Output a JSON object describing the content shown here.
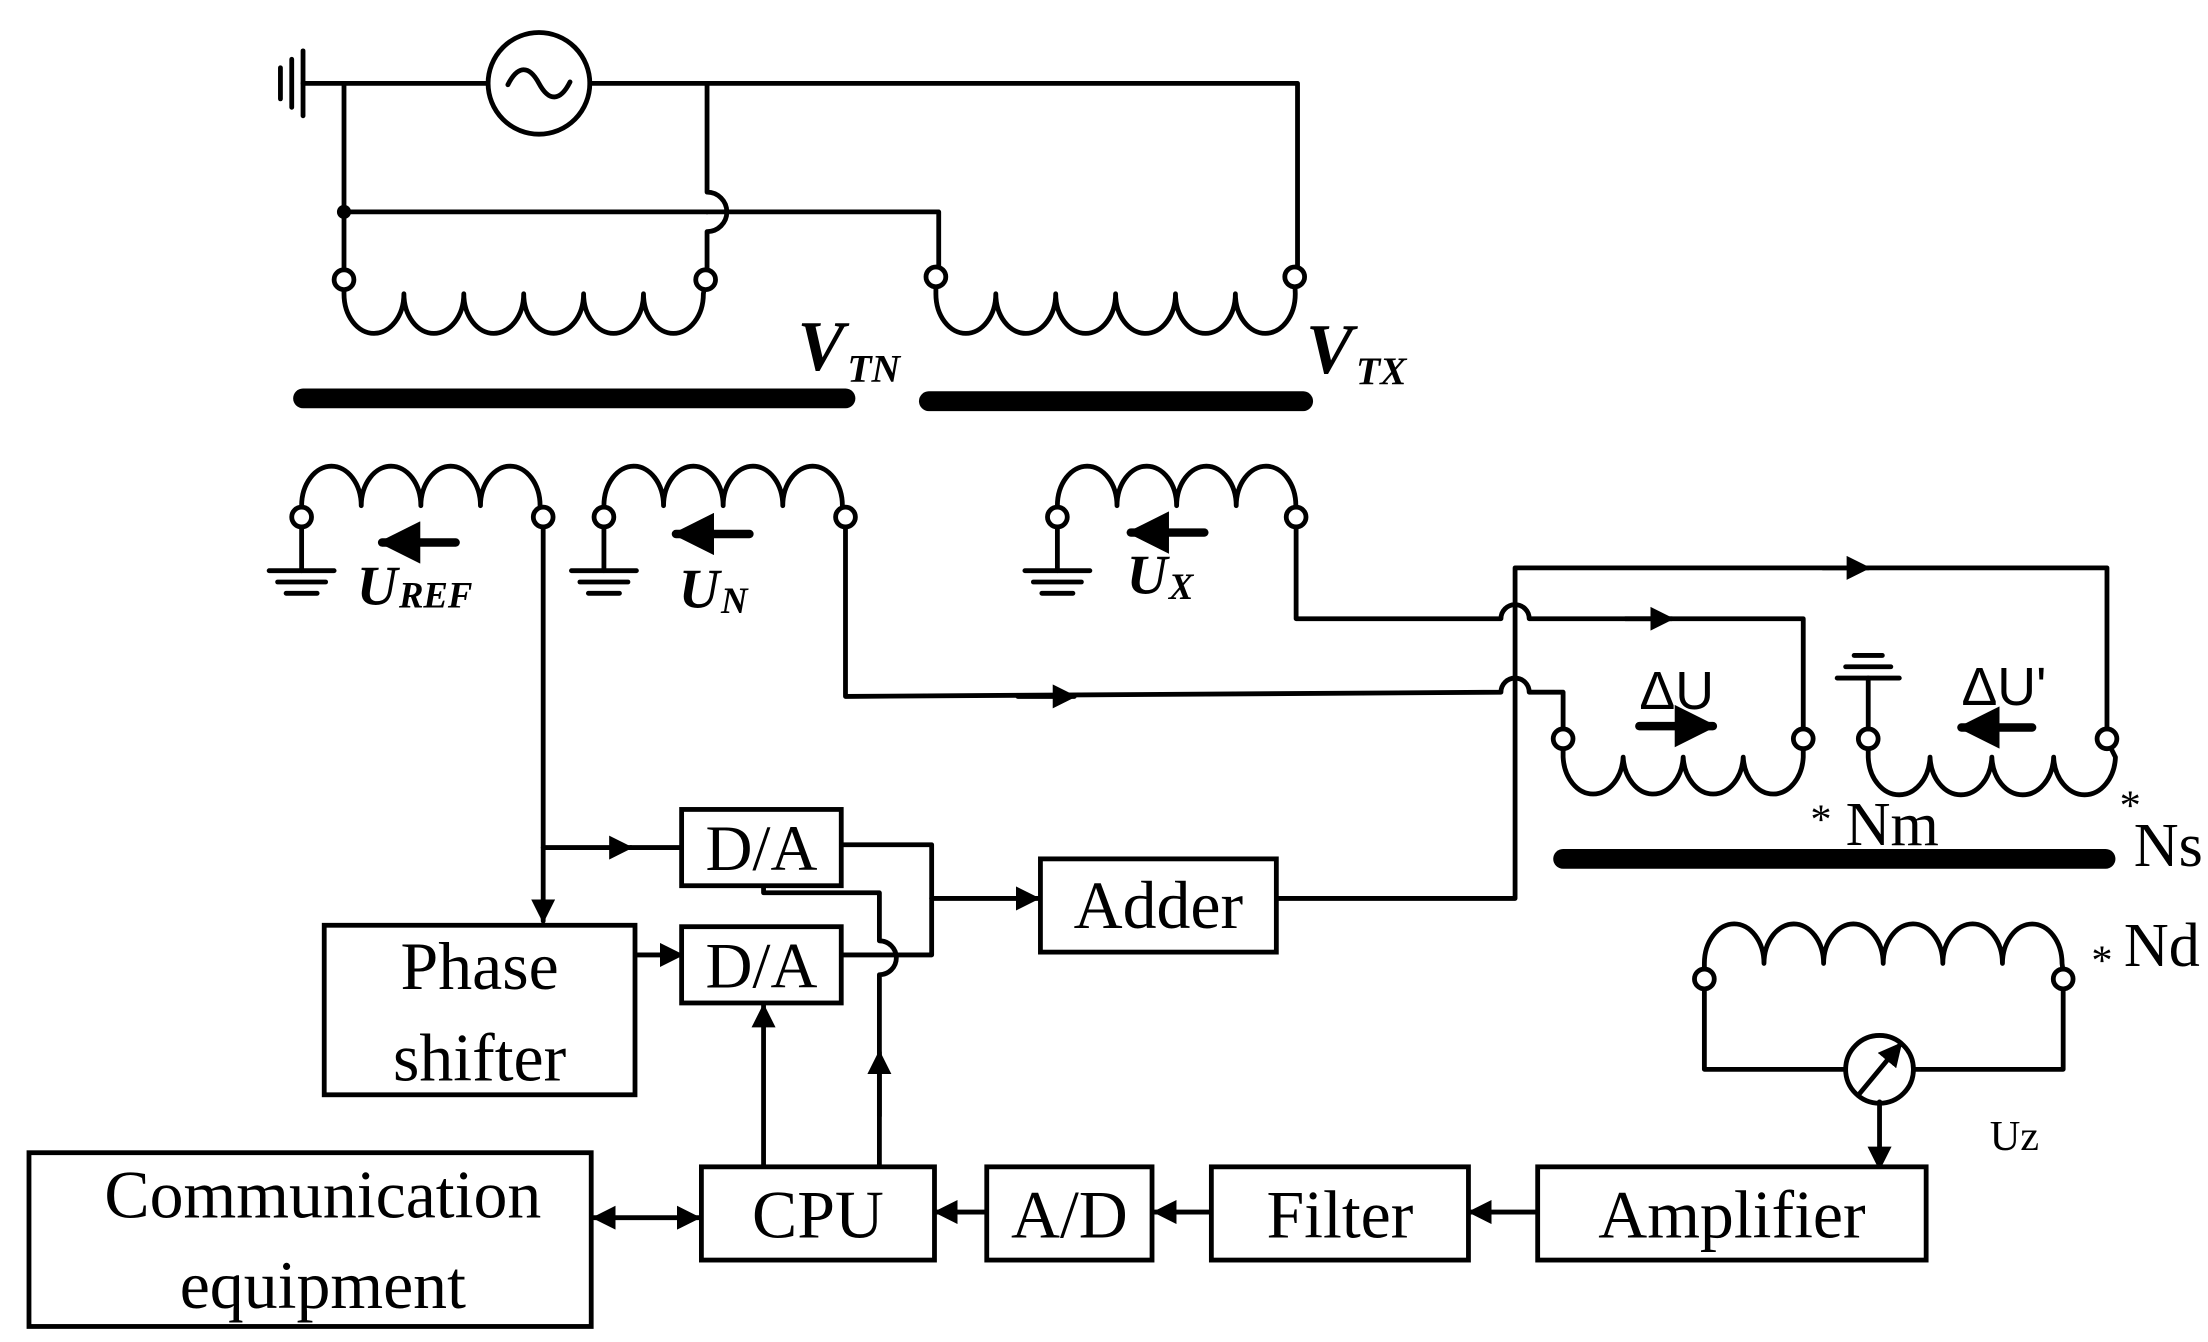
{
  "labels": {
    "vtn_main": "V",
    "vtn_sub": "TN",
    "vtx_main": "V",
    "vtx_sub": "TX",
    "uref_main": "U",
    "uref_sub": "REF",
    "un_main": "U",
    "un_sub": "N",
    "ux_main": "U",
    "ux_sub": "X",
    "delta_u": "ΔU",
    "delta_u_prime": "ΔU'",
    "nm": "Nm",
    "ns": "Ns",
    "nd": "Nd",
    "uz": "Uz",
    "star": "*"
  },
  "blocks": {
    "da_top": "D/A",
    "da_bottom": "D/A",
    "adder": "Adder",
    "phase_shifter_line1": "Phase",
    "phase_shifter_line2": "shifter",
    "cpu": "CPU",
    "ad": "A/D",
    "filter": "Filter",
    "amplifier": "Amplifier",
    "comm_line1": "Communication",
    "comm_line2": "equipment"
  },
  "icons": {
    "source": "ac-source-icon",
    "ground": "ground-icon",
    "meter": "voltmeter-icon"
  }
}
